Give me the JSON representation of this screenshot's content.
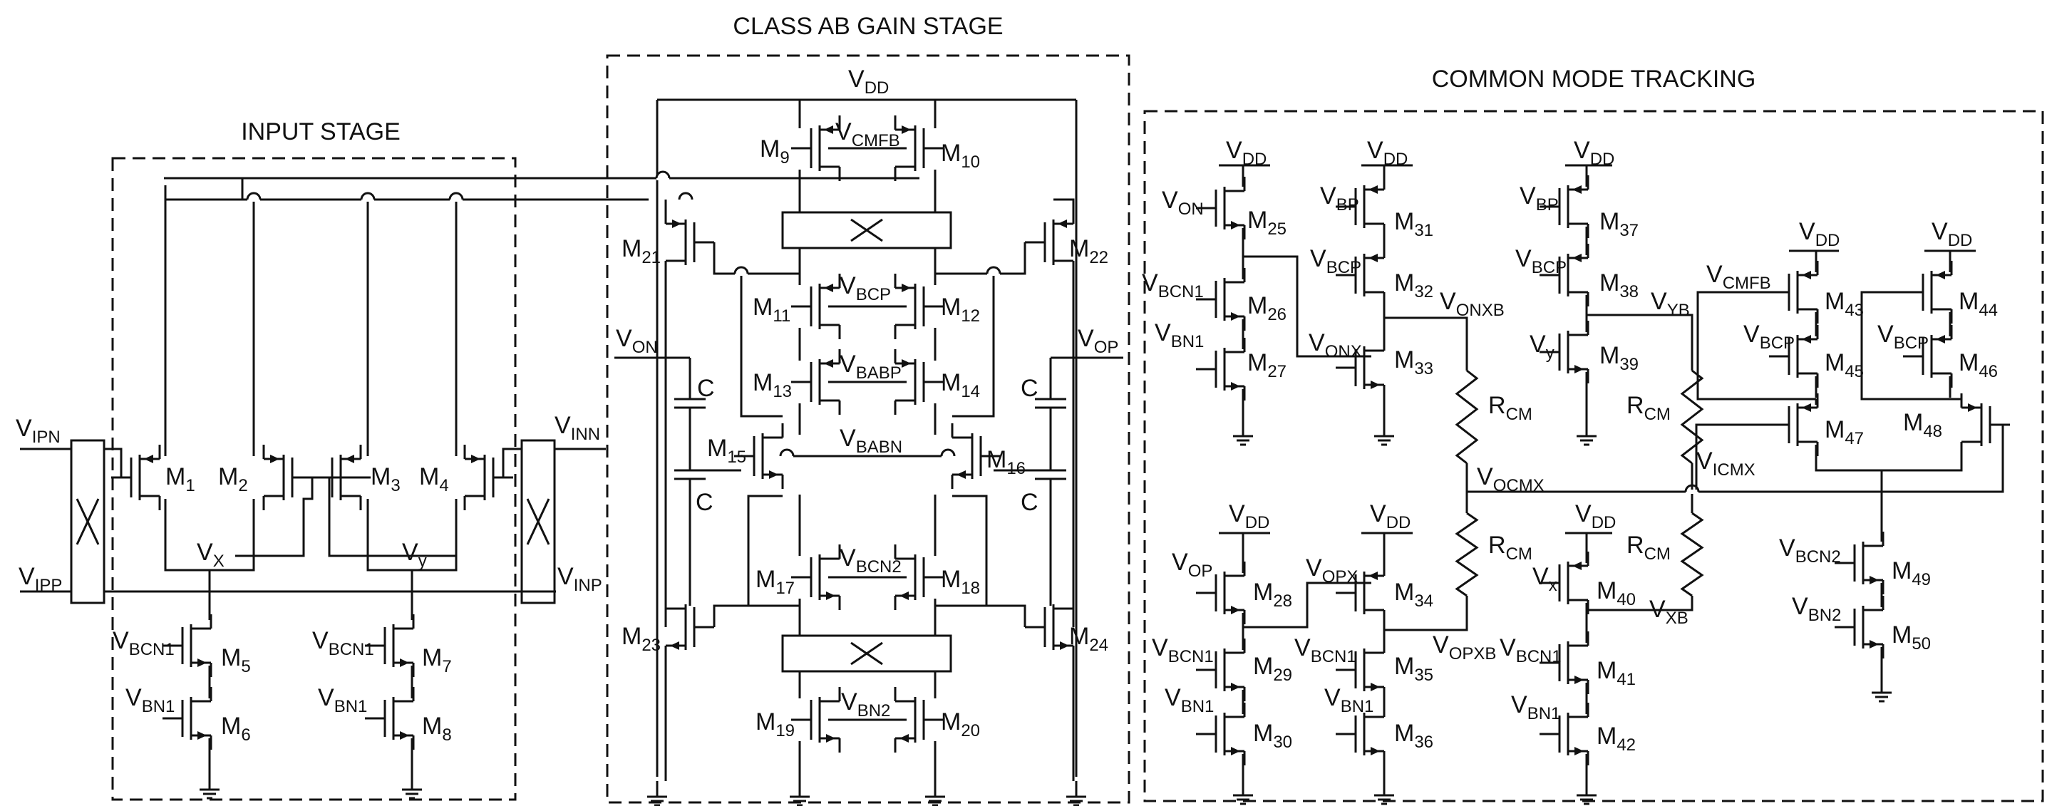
{
  "sections": {
    "input": "INPUT STAGE",
    "gain": "CLASS AB GAIN STAGE",
    "cm": "COMMON MODE TRACKING"
  },
  "nodes": {
    "vipn": [
      "V",
      "IPN"
    ],
    "vipp": [
      "V",
      "IPP"
    ],
    "vinn": [
      "V",
      "INN"
    ],
    "vinp": [
      "V",
      "INP"
    ],
    "vx": [
      "V",
      "X"
    ],
    "vy": [
      "V",
      "y"
    ],
    "vdd": [
      "V",
      "DD"
    ],
    "vcmfb": [
      "V",
      "CMFB"
    ],
    "vbcp": [
      "V",
      "BCP"
    ],
    "vbabp": [
      "V",
      "BABP"
    ],
    "vbabn": [
      "V",
      "BABN"
    ],
    "vbcn2": [
      "V",
      "BCN2"
    ],
    "vbn2": [
      "V",
      "BN2"
    ],
    "von": [
      "V",
      "ON"
    ],
    "vop": [
      "V",
      "OP"
    ],
    "cap": [
      "C",
      ""
    ],
    "vbcn1": [
      "V",
      "BCN1"
    ],
    "vbn1": [
      "V",
      "BN1"
    ],
    "vbp": [
      "V",
      "BP"
    ],
    "vonx": [
      "V",
      "ONX"
    ],
    "vonxb": [
      "V",
      "ONXB"
    ],
    "vopx": [
      "V",
      "OPX"
    ],
    "vopxb": [
      "V",
      "OPXB"
    ],
    "vocmx": [
      "V",
      "OCMX"
    ],
    "vicmx": [
      "V",
      "ICMX"
    ],
    "vyb": [
      "V",
      "YB"
    ],
    "vxb": [
      "V",
      "XB"
    ],
    "vxx": [
      "V",
      "x"
    ],
    "vyy": [
      "V",
      "y"
    ],
    "rcm": [
      "R",
      "CM"
    ]
  },
  "transistors": [
    "M1",
    "M2",
    "M3",
    "M4",
    "M5",
    "M6",
    "M7",
    "M8",
    "M9",
    "M10",
    "M11",
    "M12",
    "M13",
    "M14",
    "M15",
    "M16",
    "M17",
    "M18",
    "M19",
    "M20",
    "M21",
    "M22",
    "M23",
    "M24",
    "M25",
    "M26",
    "M27",
    "M28",
    "M29",
    "M30",
    "M31",
    "M32",
    "M33",
    "M34",
    "M35",
    "M36",
    "M37",
    "M38",
    "M39",
    "M40",
    "M41",
    "M42",
    "M43",
    "M44",
    "M45",
    "M46",
    "M47",
    "M48",
    "M49",
    "M50"
  ]
}
